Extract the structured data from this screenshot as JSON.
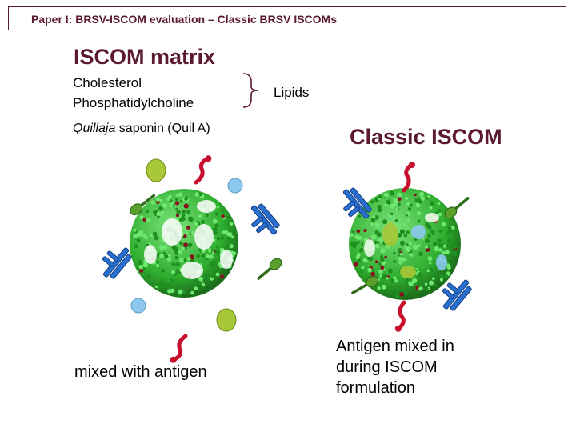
{
  "header": {
    "title": "Paper I: BRSV-ISCOM evaluation – Classic BRSV ISCOMs"
  },
  "matrix": {
    "title": "ISCOM matrix",
    "lipids": [
      "Cholesterol",
      "Phosphatidylcholine"
    ],
    "lipids_label": "Lipids",
    "saponin_italic": "Quillaja",
    "saponin_rest": " saponin (Quil A)"
  },
  "classic": {
    "title": "Classic ISCOM"
  },
  "captions": {
    "left": "mixed with antigen",
    "right": [
      "Antigen mixed in",
      "during ISCOM",
      "formulation"
    ]
  },
  "colors": {
    "accent": "#5c1a2e",
    "particle_green": "#3cc93c",
    "antigen_red": "#c8102e",
    "antigen_blue": "#2a6fd0",
    "antigen_lightblue": "#8cc8f0",
    "antigen_olive": "#a8c83a",
    "antigen_green": "#5aa02a"
  },
  "icons": [
    "iscom-particle-icon",
    "red-worm-antigen-icon",
    "blue-receptor-antigen-icon",
    "green-lollipop-antigen-icon",
    "blue-dot-antigen-icon",
    "olive-oval-antigen-icon"
  ]
}
